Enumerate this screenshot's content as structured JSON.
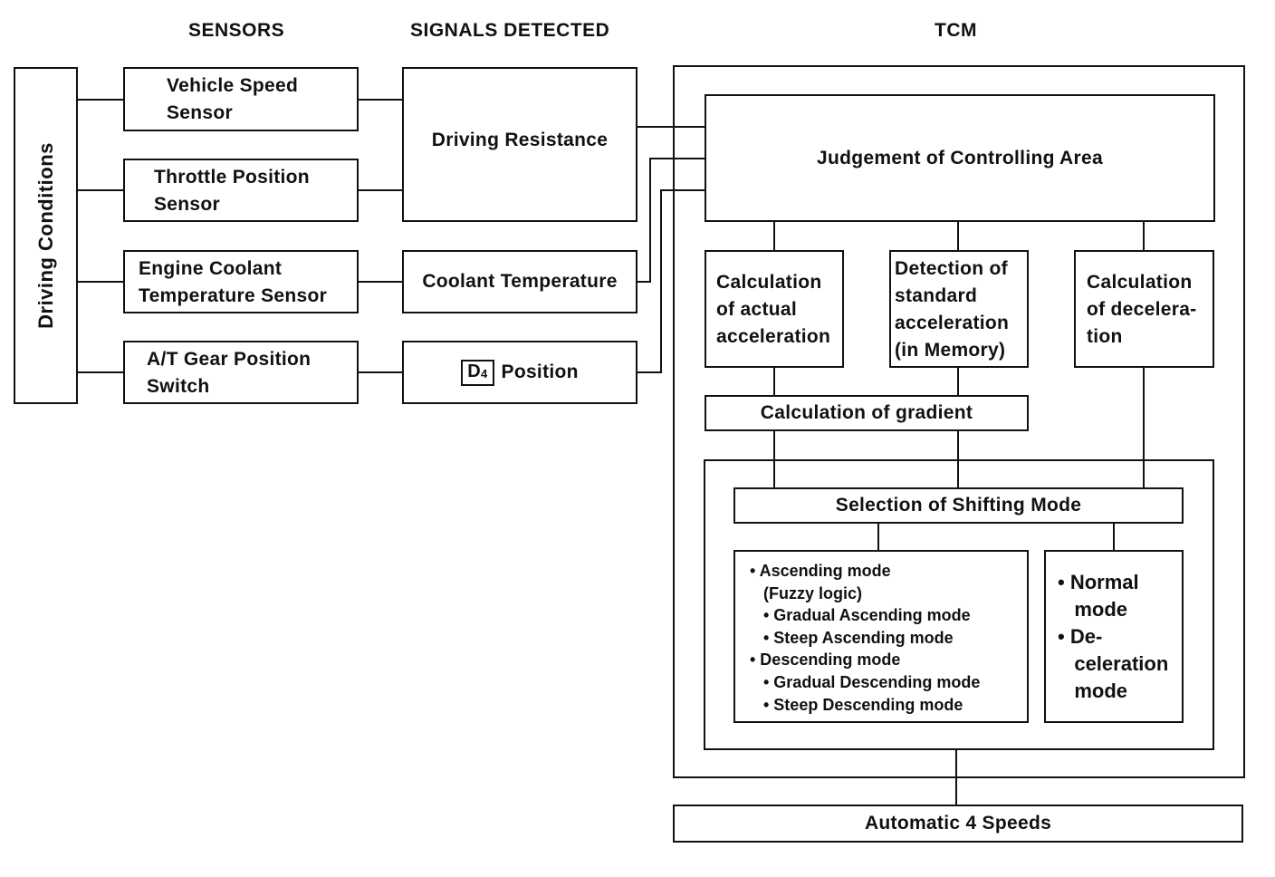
{
  "headers": {
    "sensors": "SENSORS",
    "signals": "SIGNALS DETECTED",
    "tcm": "TCM"
  },
  "driving_conditions": "Driving Conditions",
  "sensors": {
    "vehicle_speed": "Vehicle Speed\nSensor",
    "throttle_position": "Throttle Position\nSensor",
    "coolant_temp_sensor": "Engine Coolant\nTemperature Sensor",
    "gear_position_switch": "A/T Gear Position\nSwitch"
  },
  "signals": {
    "driving_resistance": "Driving Resistance",
    "coolant_temperature": "Coolant Temperature",
    "d4_letter": "D",
    "d4_sub": "4",
    "d4_position": "Position"
  },
  "tcm": {
    "judgement": "Judgement of Controlling Area",
    "actual_accel": "Calculation\nof actual\nacceleration",
    "standard_accel": "Detection of\nstandard\nacceleration\n(in Memory)",
    "deceleration": "Calculation\nof decelera-\ntion",
    "gradient": "Calculation of gradient",
    "shifting_mode": "Selection of Shifting Mode",
    "modes_list": "• Ascending mode\n   (Fuzzy logic)\n   • Gradual Ascending mode\n   • Steep Ascending mode\n• Descending mode\n   • Gradual Descending mode\n   • Steep Descending mode",
    "modes_list2": "• Normal\n   mode\n• De-\n   celeration\n   mode"
  },
  "output": "Automatic 4 Speeds"
}
